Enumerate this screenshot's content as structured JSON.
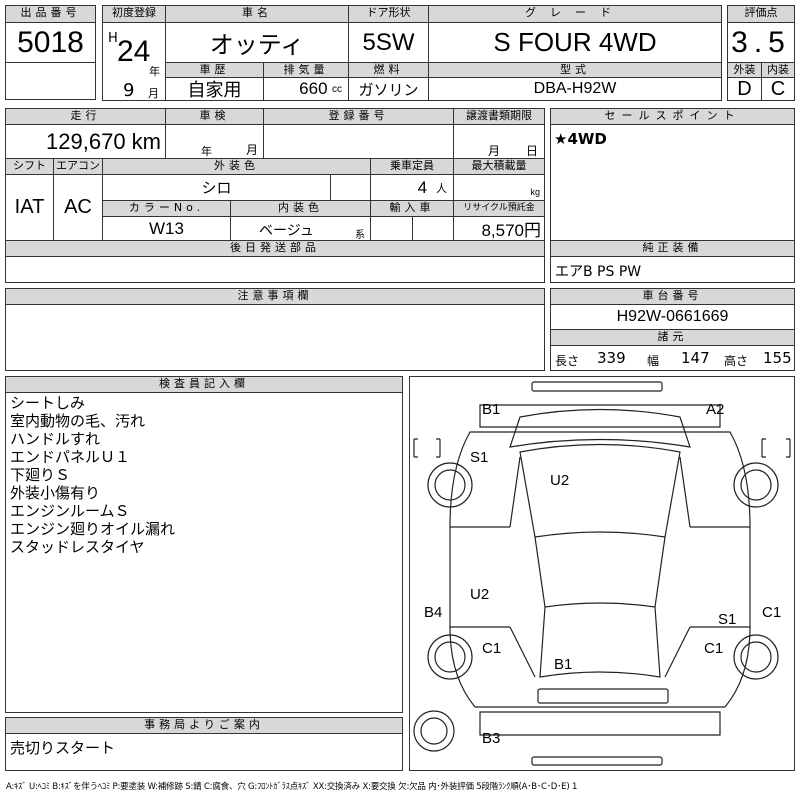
{
  "lot": {
    "label": "出品番号",
    "value": "5018"
  },
  "first_reg": {
    "label": "初度登録",
    "era": "H",
    "year": "24",
    "year_unit": "年",
    "month": "9",
    "month_unit": "月"
  },
  "car_name": {
    "label": "車名",
    "value": "オッティ"
  },
  "door": {
    "label": "ドア形状",
    "value": "5SW"
  },
  "grade": {
    "label": "グレード",
    "value": "S FOUR 4WD"
  },
  "score": {
    "label": "評価点",
    "value": "3.5",
    "ext_label": "外装",
    "int_label": "内装",
    "ext": "D",
    "int": "C"
  },
  "history": {
    "label": "車歴",
    "value": "自家用"
  },
  "displacement": {
    "label": "排気量",
    "value": "660",
    "unit": "cc"
  },
  "fuel": {
    "label": "燃料",
    "value": "ガソリン"
  },
  "model": {
    "label": "型式",
    "value": "DBA-H92W"
  },
  "mileage": {
    "label": "走行",
    "value": "129,670 km"
  },
  "inspection": {
    "label": "車検",
    "year_unit": "年",
    "month_unit": "月"
  },
  "reg_no": {
    "label": "登録番号"
  },
  "transfer": {
    "label": "譲渡書類期限",
    "month_unit": "月",
    "day_unit": "日"
  },
  "shift": {
    "label": "シフト",
    "value": "IAT"
  },
  "ac": {
    "label": "エアコン",
    "value": "AC"
  },
  "ext_color": {
    "label": "外装色",
    "value": "シロ"
  },
  "capacity": {
    "label": "乗車定員",
    "value": "4",
    "unit": "人"
  },
  "max_load": {
    "label": "最大積載量",
    "unit": "kg"
  },
  "color_no": {
    "label": "カラーNo.",
    "value": "W13"
  },
  "int_color": {
    "label": "内装色",
    "value": "ベージュ",
    "suffix": "系"
  },
  "import": {
    "label": "輸入車"
  },
  "recycle": {
    "label": "リサイクル預託金",
    "value": "8,570円"
  },
  "later_parts": {
    "label": "後日発送部品"
  },
  "sales_point": {
    "label": "セールスポイント",
    "value": "★4WD"
  },
  "equipment": {
    "label": "純正装備",
    "value": "エアB PS PW"
  },
  "notes": {
    "label": "注意事項欄"
  },
  "chassis": {
    "label": "車台番号",
    "value": "H92W-0661669"
  },
  "specs": {
    "label": "諸元",
    "length_label": "長さ",
    "length": "339",
    "width_label": "幅",
    "width": "147",
    "height_label": "高さ",
    "height": "155"
  },
  "inspector": {
    "label": "検査員記入欄",
    "lines": [
      "シートしみ",
      "室内動物の毛、汚れ",
      "ハンドルすれ",
      "エンドパネルＵ１",
      "下廻りＳ",
      "外装小傷有り",
      "エンジンルームＳ",
      "エンジン廻りオイル漏れ",
      "スタッドレスタイヤ"
    ]
  },
  "office": {
    "label": "事務局よりご案内",
    "value": "売切りスタート"
  },
  "diagram_marks": [
    "B1",
    "A2",
    "S1",
    "U2",
    "U2",
    "B4",
    "S1",
    "C1",
    "C1",
    "C1",
    "B1",
    "B3"
  ],
  "legend": "A:ｷｽﾞ U:ﾍｺﾐ B:ｷｽﾞを伴うﾍｺﾐ P:要塗装 W:補修跡 S:錆 C:腐食、穴 G:ﾌﾛﾝﾄｶﾞﾗｽ点ｷｽﾞ XX:交換済み X:要交換 欠:欠品 内･外装評価 5段階ﾗﾝｸ順(A･B･C･D･E) 1"
}
